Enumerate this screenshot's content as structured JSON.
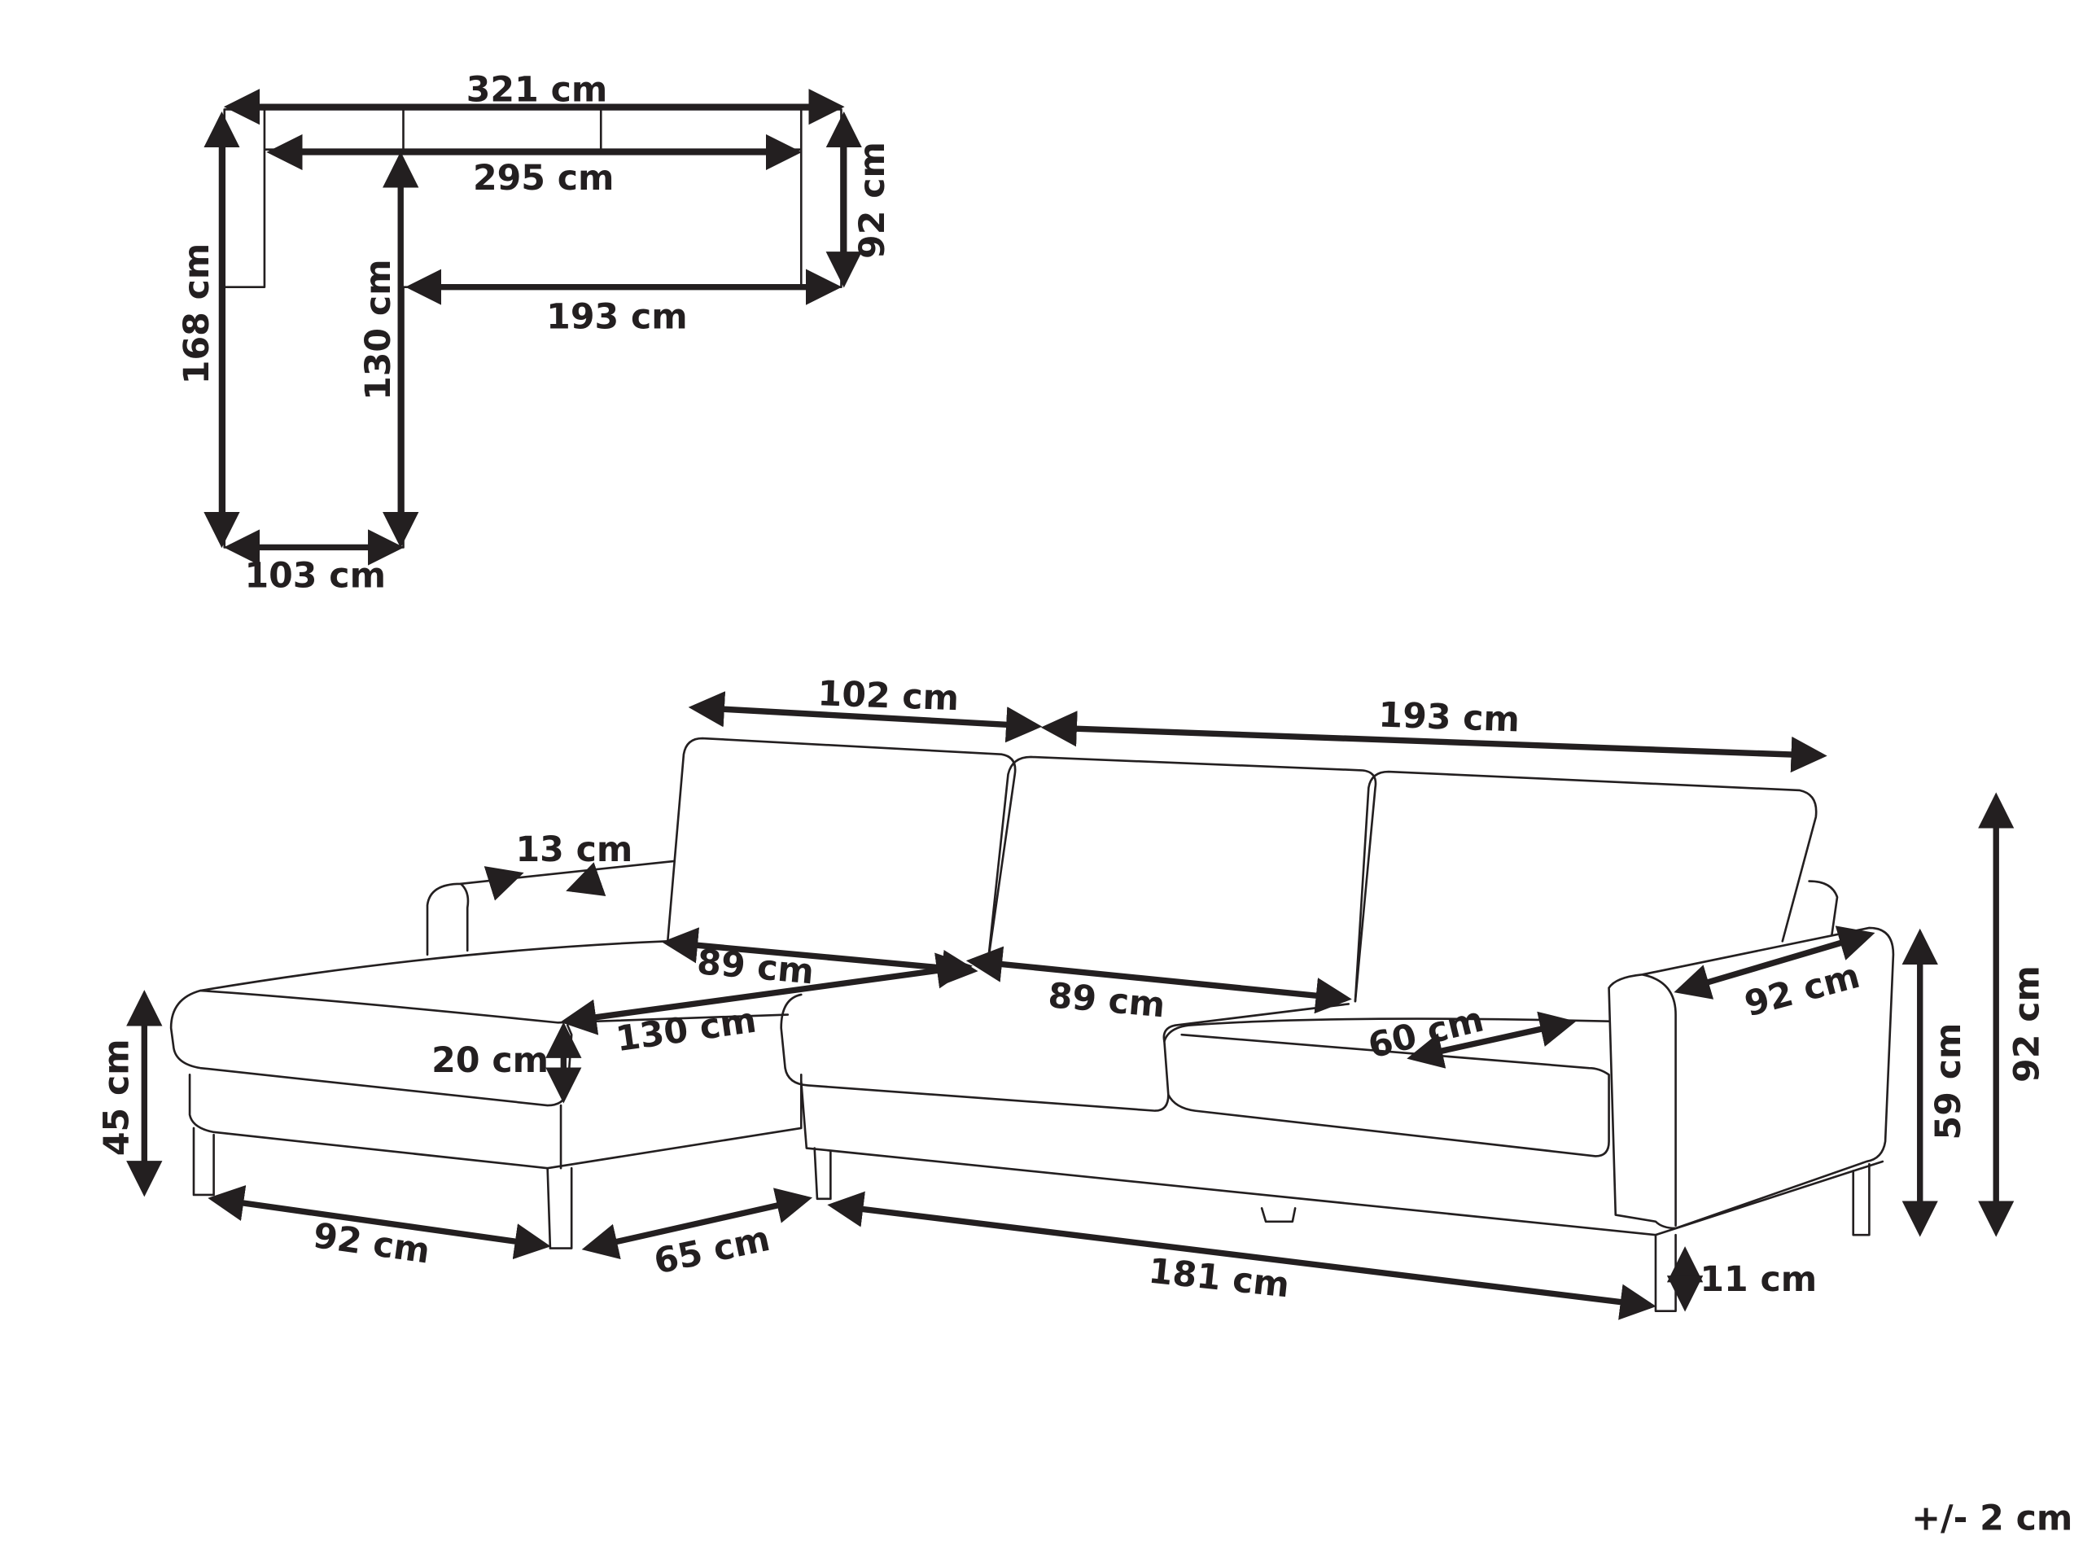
{
  "top_view": {
    "dims": [
      "321 cm",
      "295 cm",
      "92 cm",
      "193 cm",
      "168 cm",
      "130 cm",
      "103 cm"
    ]
  },
  "side_view": {
    "dims": [
      "102 cm",
      "193 cm",
      "13 cm",
      "89 cm",
      "89 cm",
      "130 cm",
      "20 cm",
      "60 cm",
      "92 cm",
      "45 cm",
      "59 cm",
      "92 cm",
      "92 cm",
      "65 cm",
      "181 cm",
      "11 cm"
    ]
  },
  "tolerance": "+/- 2 cm",
  "colors": {
    "line": "#231f20",
    "background": "#ffffff"
  }
}
